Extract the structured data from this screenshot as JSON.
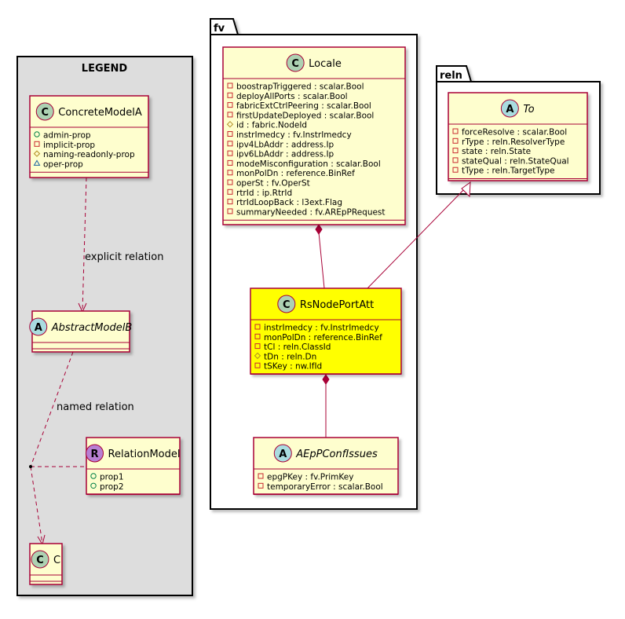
{
  "legend": {
    "title": "LEGEND",
    "classes": {
      "concrete": {
        "name": "ConcreteModelA",
        "stereo": "C",
        "attrs": [
          {
            "v": "+",
            "t": "admin-prop"
          },
          {
            "v": "-",
            "t": "implicit-prop"
          },
          {
            "v": "#",
            "t": "naming-readonly-prop"
          },
          {
            "v": "~",
            "t": "oper-prop"
          }
        ]
      },
      "abstract": {
        "name": "AbstractModelB",
        "stereo": "A"
      },
      "relation": {
        "name": "RelationModel",
        "stereo": "R",
        "attrs": [
          {
            "v": "+",
            "t": "prop1"
          },
          {
            "v": "+",
            "t": "prop2"
          }
        ]
      },
      "c": {
        "name": "C",
        "stereo": "C"
      }
    },
    "edge_labels": {
      "explicit": "explicit relation",
      "named": "named relation"
    }
  },
  "packages": {
    "fv": "fv",
    "reln": "reln"
  },
  "classes": {
    "locale": {
      "name": "Locale",
      "stereo": "C",
      "attrs": [
        {
          "v": "-",
          "t": "boostrapTriggered : scalar.Bool"
        },
        {
          "v": "-",
          "t": "deployAllPorts : scalar.Bool"
        },
        {
          "v": "-",
          "t": "fabricExtCtrlPeering : scalar.Bool"
        },
        {
          "v": "-",
          "t": "firstUpdateDeployed : scalar.Bool"
        },
        {
          "v": "#",
          "t": "id : fabric.NodeId"
        },
        {
          "v": "-",
          "t": "instrImedcy : fv.InstrImedcy"
        },
        {
          "v": "-",
          "t": "ipv4LbAddr : address.Ip"
        },
        {
          "v": "-",
          "t": "ipv6LbAddr : address.Ip"
        },
        {
          "v": "-",
          "t": "modeMisconfiguration : scalar.Bool"
        },
        {
          "v": "-",
          "t": "monPolDn : reference.BinRef"
        },
        {
          "v": "-",
          "t": "operSt : fv.OperSt"
        },
        {
          "v": "-",
          "t": "rtrId : ip.RtrId"
        },
        {
          "v": "-",
          "t": "rtrIdLoopBack : l3ext.Flag"
        },
        {
          "v": "-",
          "t": "summaryNeeded : fv.AREpPRequest"
        }
      ]
    },
    "rsnode": {
      "name": "RsNodePortAtt",
      "stereo": "C",
      "attrs": [
        {
          "v": "-",
          "t": "instrImedcy : fv.InstrImedcy"
        },
        {
          "v": "-",
          "t": "monPolDn : reference.BinRef"
        },
        {
          "v": "-",
          "t": "tCl : reln.ClassId"
        },
        {
          "v": "#",
          "t": "tDn : reln.Dn"
        },
        {
          "v": "-",
          "t": "tSKey : nw.IfId"
        }
      ]
    },
    "aep": {
      "name": "AEpPConfIssues",
      "stereo": "A",
      "attrs": [
        {
          "v": "-",
          "t": "epgPKey : fv.PrimKey"
        },
        {
          "v": "-",
          "t": "temporaryError : scalar.Bool"
        }
      ]
    },
    "to": {
      "name": "To",
      "stereo": "A",
      "attrs": [
        {
          "v": "-",
          "t": "forceResolve : scalar.Bool"
        },
        {
          "v": "-",
          "t": "rType : reln.ResolverType"
        },
        {
          "v": "-",
          "t": "state : reln.State"
        },
        {
          "v": "-",
          "t": "stateQual : reln.StateQual"
        },
        {
          "v": "-",
          "t": "tType : reln.TargetType"
        }
      ]
    }
  },
  "colors": {
    "class_fill": "#FEFECE",
    "highlight_fill": "#FFFF00",
    "border": "#A80036",
    "legend_fill": "#DDDDDD",
    "stereo_C": "#ADD1B2",
    "stereo_A": "#A9DCDF",
    "stereo_R": "#B77FD3"
  }
}
